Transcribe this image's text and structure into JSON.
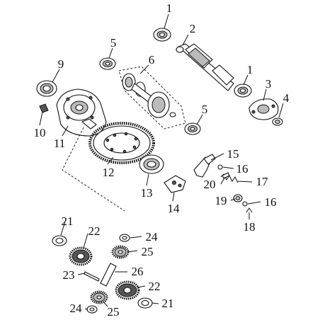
{
  "diagram": {
    "callouts": [
      "1",
      "2",
      "1",
      "3",
      "4",
      "5",
      "6",
      "5",
      "9",
      "10",
      "11",
      "12",
      "13",
      "14",
      "15",
      "16",
      "17",
      "16",
      "18",
      "19",
      "20",
      "21",
      "22",
      "24",
      "25",
      "23",
      "26",
      "22",
      "24",
      "25",
      "21"
    ]
  }
}
